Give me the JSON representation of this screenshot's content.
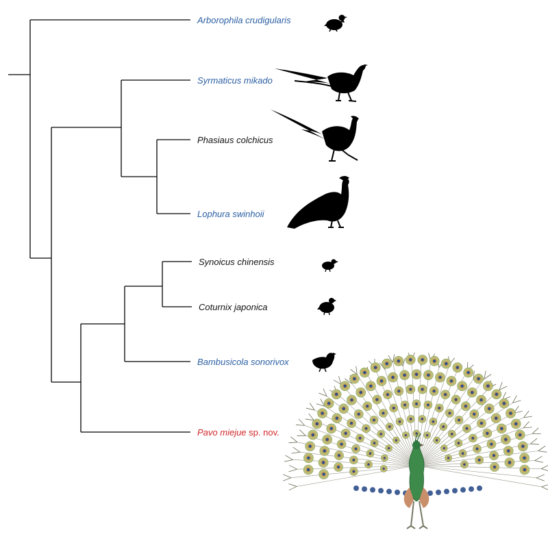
{
  "colors": {
    "branch": "#000000",
    "silhouette": "#000000",
    "blue_taxon": "#2b5fa3",
    "black_taxon": "#111111",
    "new_taxon": "#d2262a",
    "peacock_green": "#3d8a4a",
    "peacock_eye_outer": "#b9c07a",
    "peacock_eye_ring": "#c9a45a",
    "peacock_eye_core": "#2c4e8a",
    "peacock_shaft": "#7c7a68"
  },
  "taxa": [
    {
      "name": "Arborophila crudigularis",
      "suffix": "",
      "color": "blue",
      "silhouette": "partridge-silhouette-icon"
    },
    {
      "name": "Syrmaticus mikado",
      "suffix": "",
      "color": "blue",
      "silhouette": "long-tailed-pheasant-silhouette-icon"
    },
    {
      "name": "Phasiaus colchicus",
      "suffix": "",
      "color": "black",
      "silhouette": "common-pheasant-silhouette-icon"
    },
    {
      "name": "Lophura swinhoii",
      "suffix": "",
      "color": "blue",
      "silhouette": "swinhoe-pheasant-silhouette-icon"
    },
    {
      "name": "Synoicus chinensis",
      "suffix": "",
      "color": "black",
      "silhouette": "small-quail-silhouette-icon"
    },
    {
      "name": "Coturnix japonica",
      "suffix": "",
      "color": "black",
      "silhouette": "quail-silhouette-icon"
    },
    {
      "name": "Bambusicola sonorivox",
      "suffix": "",
      "color": "blue",
      "silhouette": "bamboo-partridge-silhouette-icon"
    },
    {
      "name": "Pavo miejue",
      "suffix": " sp. nov.",
      "color": "red",
      "silhouette": "peacock-illustration-icon"
    }
  ]
}
